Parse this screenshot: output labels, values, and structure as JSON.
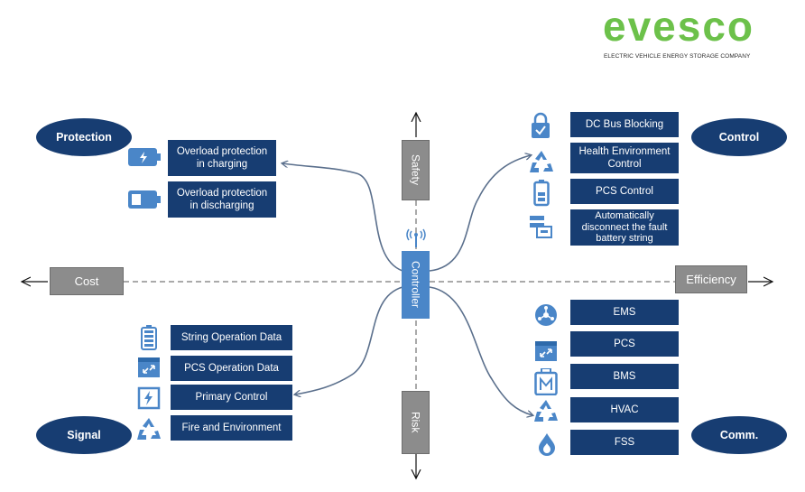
{
  "logo": {
    "word": "evesco",
    "tagline": "ELECTRIC VEHICLE ENERGY STORAGE COMPANY"
  },
  "center": "Controller",
  "axes": {
    "top": "Safety",
    "bottom": "Risk",
    "left": "Cost",
    "right": "Efficiency"
  },
  "groups": {
    "protection": {
      "title": "Protection",
      "items": [
        "Overload protection in charging",
        "Overload protection in discharging"
      ]
    },
    "control": {
      "title": "Control",
      "items": [
        "DC Bus Blocking",
        "Health Environment Control",
        "PCS Control",
        "Automatically disconnect the fault battery string"
      ]
    },
    "signal": {
      "title": "Signal",
      "items": [
        "String Operation Data",
        "PCS Operation Data",
        "Primary Control",
        "Fire and Environment"
      ]
    },
    "comm": {
      "title": "Comm.",
      "items": [
        "EMS",
        "PCS",
        "BMS",
        "HVAC",
        "FSS"
      ]
    }
  },
  "colors": {
    "navy": "#173d72",
    "icon_blue": "#4a86c8",
    "gray": "#8c8c8c",
    "brand_green": "#6cc14a"
  }
}
